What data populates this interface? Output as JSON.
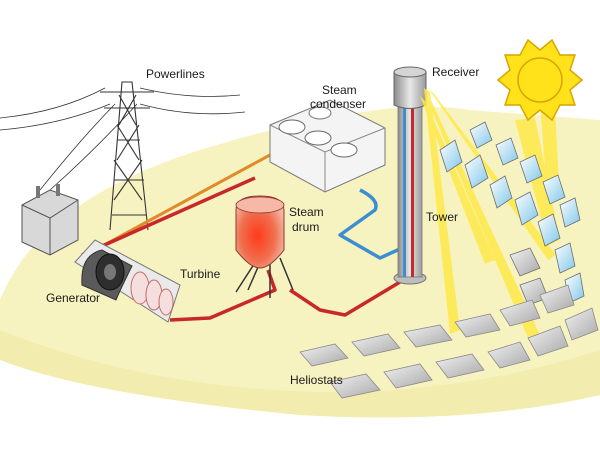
{
  "labels": {
    "powerlines": "Powerlines",
    "steam_condenser_line1": "Steam",
    "steam_condenser_line2": "condenser",
    "receiver": "Receiver",
    "steam_drum_line1": "Steam",
    "steam_drum_line2": "drum",
    "tower": "Tower",
    "turbine": "Turbine",
    "generator": "Generator",
    "heliostats": "Heliostats"
  },
  "colors": {
    "ground": "#f7f3c0",
    "hot_pipe": "#c8282a",
    "cold_pipe": "#3b8fd0",
    "power_wire": "#e08a2c",
    "sun": "#ffe21a",
    "sun_outline": "#d9a400",
    "light_beam": "#ffe94a",
    "mirror": "#d9d9d9",
    "mirror_edge": "#8a8a8a"
  }
}
